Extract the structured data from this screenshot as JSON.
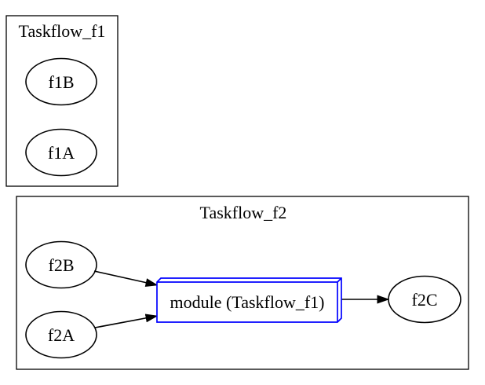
{
  "diagram": {
    "type": "graphviz-taskflow-graph",
    "clusters": [
      {
        "id": "cluster_Taskflow_f1",
        "label": "Taskflow_f1",
        "nodes": [
          {
            "id": "f1B",
            "label": "f1B",
            "shape": "ellipse"
          },
          {
            "id": "f1A",
            "label": "f1A",
            "shape": "ellipse"
          }
        ]
      },
      {
        "id": "cluster_Taskflow_f2",
        "label": "Taskflow_f2",
        "nodes": [
          {
            "id": "f2B",
            "label": "f2B",
            "shape": "ellipse"
          },
          {
            "id": "f2A",
            "label": "f2A",
            "shape": "ellipse"
          },
          {
            "id": "module",
            "label": "module (Taskflow_f1)",
            "shape": "box3d"
          },
          {
            "id": "f2C",
            "label": "f2C",
            "shape": "ellipse"
          }
        ]
      }
    ],
    "edges": [
      {
        "from": "f2B",
        "to": "module"
      },
      {
        "from": "f2A",
        "to": "module"
      },
      {
        "from": "module",
        "to": "f2C"
      }
    ]
  },
  "colors": {
    "background": "#ffffff",
    "cluster_border": "#000000",
    "node_outline": "#000000",
    "module_outline": "#0000ff",
    "edge": "#000000",
    "text": "#000000"
  }
}
